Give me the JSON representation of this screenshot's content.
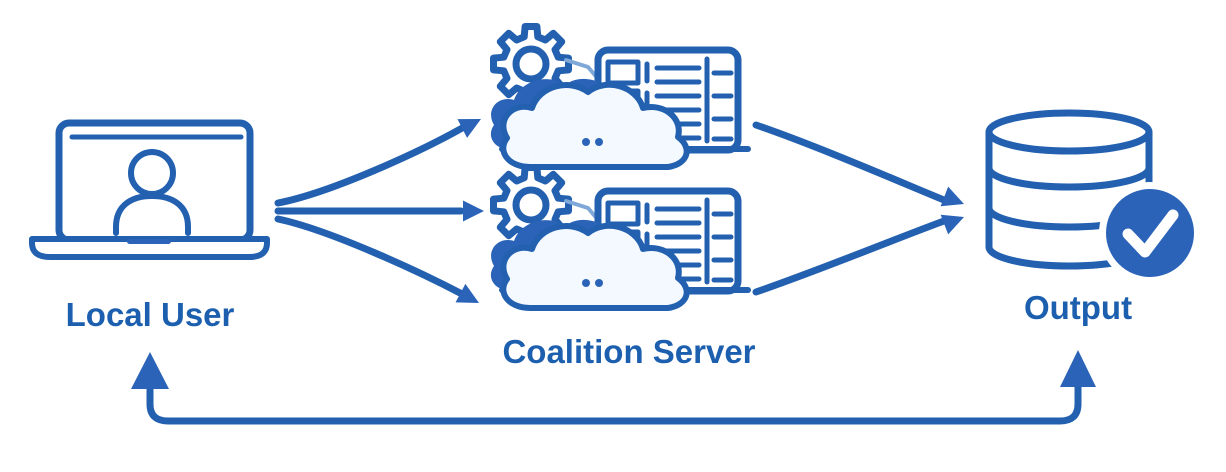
{
  "labels": {
    "local_user": "Local User",
    "coalition_server": "Coalition Server",
    "output": "Output"
  },
  "colors": {
    "primary_blue": "#2361b0",
    "fill_blue": "#2a63b8",
    "text_blue": "#1d5faf",
    "cloud_fill": "#f3f9fe",
    "connector_blue": "#7fa8d9"
  },
  "icons": [
    "laptop-user-icon",
    "gear-icon",
    "cloud-icon",
    "server-rack-icon",
    "database-icon",
    "check-badge-icon",
    "fan-out-arrows",
    "converge-arrows",
    "feedback-loop-arrow"
  ]
}
